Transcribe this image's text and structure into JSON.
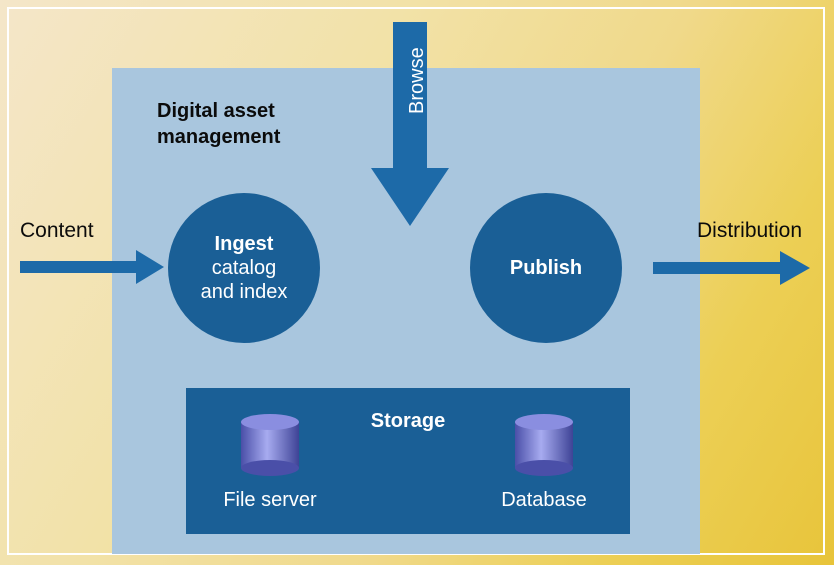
{
  "diagram": {
    "title_line1": "Digital asset",
    "title_line2": "management",
    "content_label": "Content",
    "distribution_label": "Distribution",
    "browse_label": "Browse",
    "ingest": {
      "line1": "Ingest",
      "line2": "catalog",
      "line3": "and index"
    },
    "publish_label": "Publish",
    "storage": {
      "title": "Storage",
      "items": [
        {
          "label": "File server",
          "icon": "cylinder-icon"
        },
        {
          "label": "Database",
          "icon": "cylinder-icon"
        }
      ]
    }
  },
  "colors": {
    "node_blue": "#1a5f96",
    "box_blue": "#a9c6de",
    "arrow_blue": "#1d6aa8",
    "cylinder": "#6b6fc4"
  }
}
